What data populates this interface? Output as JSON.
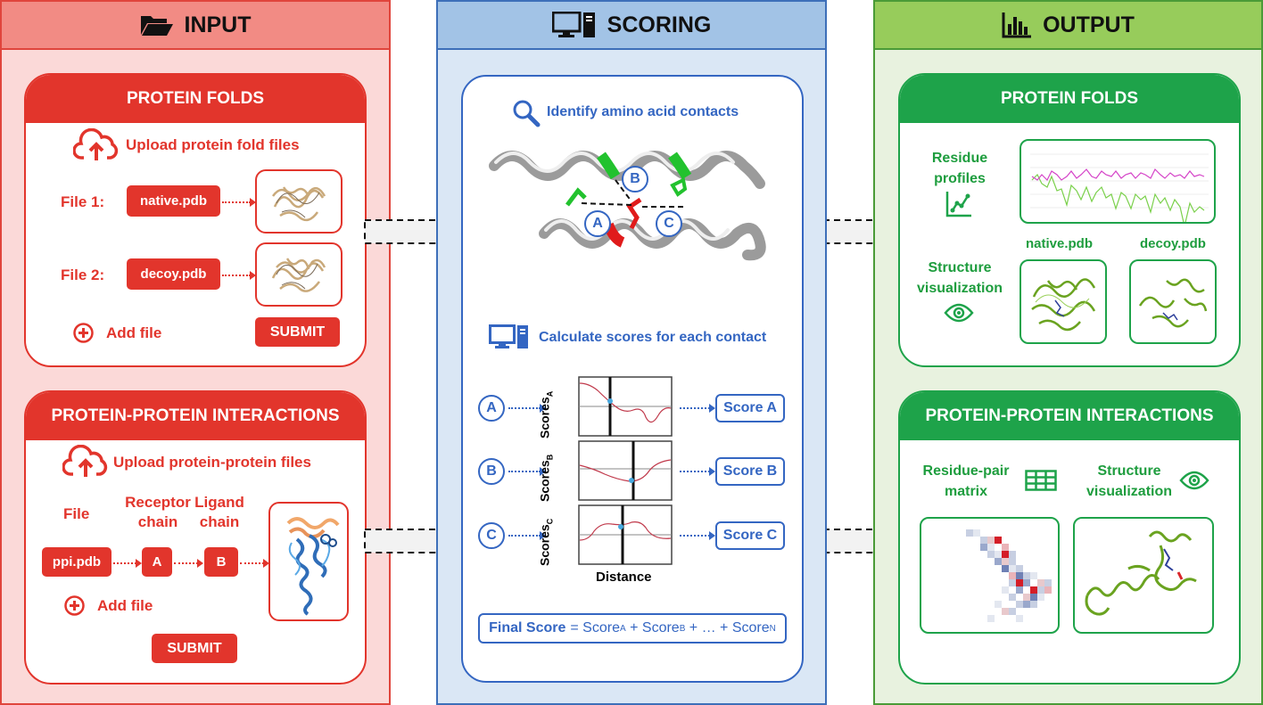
{
  "input": {
    "header": "INPUT",
    "folds": {
      "title": "PROTEIN FOLDS",
      "upload": "Upload protein fold files",
      "file1_label": "File 1:",
      "file1_name": "native.pdb",
      "file2_label": "File 2:",
      "file2_name": "decoy.pdb",
      "add_file": "Add file",
      "submit": "SUBMIT"
    },
    "ppi": {
      "title": "PROTEIN-PROTEIN INTERACTIONS",
      "upload": "Upload protein-protein files",
      "col_file": "File",
      "col_receptor": "Receptor chain",
      "col_ligand": "Ligand chain",
      "file_name": "ppi.pdb",
      "receptor_value": "A",
      "ligand_value": "B",
      "add_file": "Add file",
      "submit": "SUBMIT"
    }
  },
  "scoring": {
    "header": "SCORING",
    "identify": "Identify amino acid contacts",
    "contact_labels": [
      "A",
      "B",
      "C"
    ],
    "calculate": "Calculate scores for each contact",
    "plots": [
      {
        "label": "A",
        "ylabel": "Scores",
        "sub": "A",
        "score": "Score A"
      },
      {
        "label": "B",
        "ylabel": "Scores",
        "sub": "B",
        "score": "Score B"
      },
      {
        "label": "C",
        "ylabel": "Scores",
        "sub": "C",
        "score": "Score C"
      }
    ],
    "xlabel": "Distance",
    "final_bold": "Final Score",
    "final_rest": "= Score",
    "final_terms": [
      "A",
      " + Score",
      "B",
      " + … + Score",
      "N"
    ]
  },
  "output": {
    "header": "OUTPUT",
    "folds": {
      "title": "PROTEIN FOLDS",
      "residue_profiles": "Residue profiles",
      "structure_vis": "Structure visualization",
      "native": "native.pdb",
      "decoy": "decoy.pdb"
    },
    "ppi": {
      "title": "PROTEIN-PROTEIN INTERACTIONS",
      "matrix": "Residue-pair matrix",
      "structure_vis": "Structure visualization"
    }
  },
  "colors": {
    "input_red": "#e2352c",
    "scoring_blue": "#3466c2",
    "output_green": "#1ea34a"
  }
}
